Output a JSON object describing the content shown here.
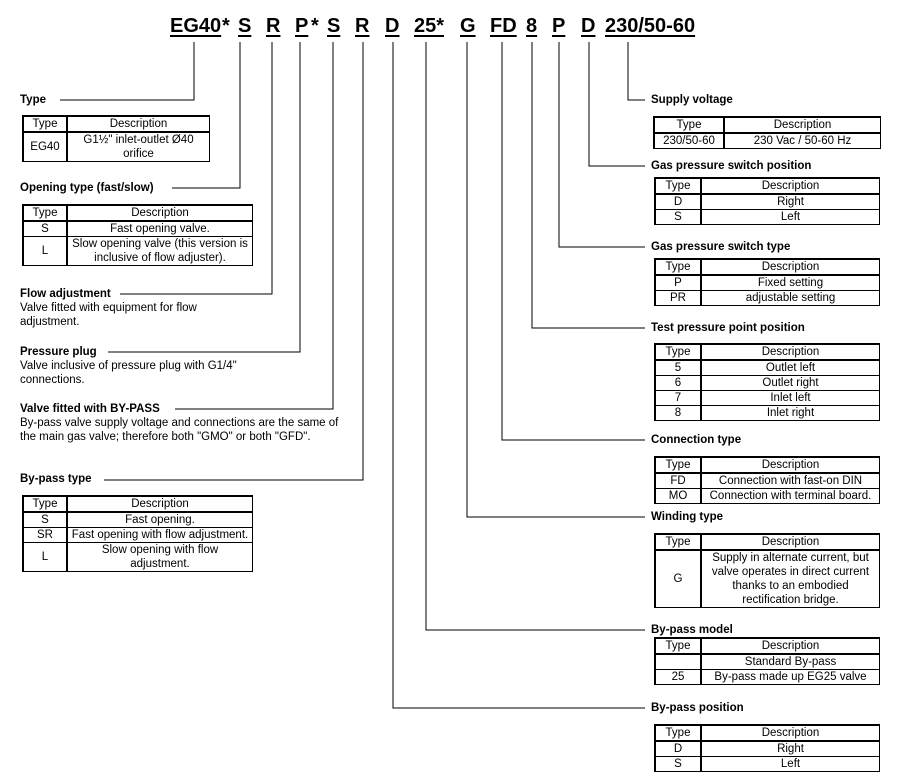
{
  "code": {
    "segments": [
      "EG40",
      "*",
      "S",
      "R",
      "P",
      "*",
      "S",
      "R",
      "D",
      "25*",
      "G",
      "FD",
      "8",
      "P",
      "D",
      "230/50-60"
    ]
  },
  "tables_header": {
    "type": "Type",
    "description": "Description"
  },
  "left": {
    "type_section": {
      "title": "Type",
      "rows": [
        {
          "type": "EG40",
          "desc": "G1½\" inlet-outlet Ø40 orifice"
        }
      ]
    },
    "opening_type": {
      "title": "Opening type (fast/slow)",
      "rows": [
        {
          "type": "S",
          "desc": "Fast opening valve."
        },
        {
          "type": "L",
          "desc": "Slow opening valve (this version is inclusive of flow adjuster)."
        }
      ]
    },
    "flow_adjustment": {
      "title": "Flow adjustment",
      "text": "Valve fitted with equipment for flow adjustment."
    },
    "pressure_plug": {
      "title": "Pressure plug",
      "text": "Valve inclusive of pressure plug with G1/4\" connections."
    },
    "bypass_valve": {
      "title": "Valve fitted with BY-PASS",
      "text": "By-pass valve supply voltage and connections are the same of the main gas valve; therefore both \"GMO\" or both \"GFD\"."
    },
    "bypass_type": {
      "title": "By-pass type",
      "rows": [
        {
          "type": "S",
          "desc": "Fast opening."
        },
        {
          "type": "SR",
          "desc": "Fast opening with flow adjustment."
        },
        {
          "type": "L",
          "desc": "Slow opening with flow adjustment."
        }
      ]
    }
  },
  "right": {
    "supply_voltage": {
      "title": "Supply voltage",
      "rows": [
        {
          "type": "230/50-60",
          "desc": "230 Vac / 50-60 Hz"
        }
      ]
    },
    "gas_switch_position": {
      "title": "Gas pressure switch position",
      "rows": [
        {
          "type": "D",
          "desc": "Right"
        },
        {
          "type": "S",
          "desc": "Left"
        }
      ]
    },
    "gas_switch_type": {
      "title": "Gas pressure switch type",
      "rows": [
        {
          "type": "P",
          "desc": "Fixed setting"
        },
        {
          "type": "PR",
          "desc": "adjustable setting"
        }
      ]
    },
    "test_point": {
      "title": "Test pressure point position",
      "rows": [
        {
          "type": "5",
          "desc": "Outlet left"
        },
        {
          "type": "6",
          "desc": "Outlet right"
        },
        {
          "type": "7",
          "desc": "Inlet left"
        },
        {
          "type": "8",
          "desc": "Inlet right"
        }
      ]
    },
    "connection_type": {
      "title": "Connection type",
      "rows": [
        {
          "type": "FD",
          "desc": "Connection with fast-on DIN"
        },
        {
          "type": "MO",
          "desc": "Connection with terminal board."
        }
      ]
    },
    "winding_type": {
      "title": "Winding type",
      "rows": [
        {
          "type": "G",
          "desc": "Supply in alternate current, but valve operates in direct current thanks to an embodied rectification bridge."
        }
      ]
    },
    "bypass_model": {
      "title": "By-pass model",
      "rows": [
        {
          "type": "",
          "desc": "Standard By-pass"
        },
        {
          "type": "25",
          "desc": "By-pass made up EG25 valve"
        }
      ]
    },
    "bypass_position": {
      "title": "By-pass position",
      "rows": [
        {
          "type": "D",
          "desc": "Right"
        },
        {
          "type": "S",
          "desc": "Left"
        }
      ]
    }
  }
}
